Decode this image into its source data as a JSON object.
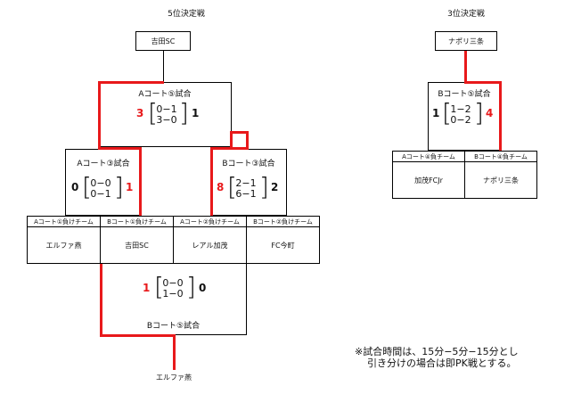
{
  "titles": {
    "left": "5位決定戦",
    "right": "3位決定戦"
  },
  "top_boxes": {
    "left_winner": "吉田SC",
    "right_winner": "ナポリ三条"
  },
  "left_bracket": {
    "final": {
      "label": "Aコート⑤試合",
      "left_score": "3",
      "half1": "0−1",
      "half2": "3−0",
      "right_score": "1"
    },
    "semi_left": {
      "label": "Aコート③試合",
      "left_score": "0",
      "half1": "0−0",
      "half2": "0−1",
      "right_score": "1"
    },
    "semi_right": {
      "label": "Bコート③試合",
      "left_score": "8",
      "half1": "2−1",
      "half2": "6−1",
      "right_score": "2"
    },
    "headers": [
      "Aコート①負けチーム",
      "Bコート①負けチーム",
      "Aコート②負けチーム",
      "Bコート②負けチーム"
    ],
    "teams": [
      "エルファ燕",
      "吉田SC",
      "レアル加茂",
      "FC今町"
    ],
    "bottom_match": {
      "label": "Bコート⑤試合",
      "left_score": "1",
      "half1": "0−0",
      "half2": "1−0",
      "right_score": "0"
    },
    "bottom_winner": "エルファ燕"
  },
  "right_bracket": {
    "final": {
      "label": "Bコート⑤試合",
      "left_score": "1",
      "half1": "1−2",
      "half2": "0−2",
      "right_score": "4"
    },
    "headers": [
      "Aコート④負チーム",
      "Bコート④負チーム"
    ],
    "teams": [
      "加茂FCJr",
      "ナポリ三条"
    ]
  },
  "note": {
    "line1": "※試合時間は、15分−5分−15分とし",
    "line2": "引き分けの場合は即PK戦とする。"
  },
  "colors": {
    "winner_line": "#e8191b",
    "line": "#000000"
  }
}
